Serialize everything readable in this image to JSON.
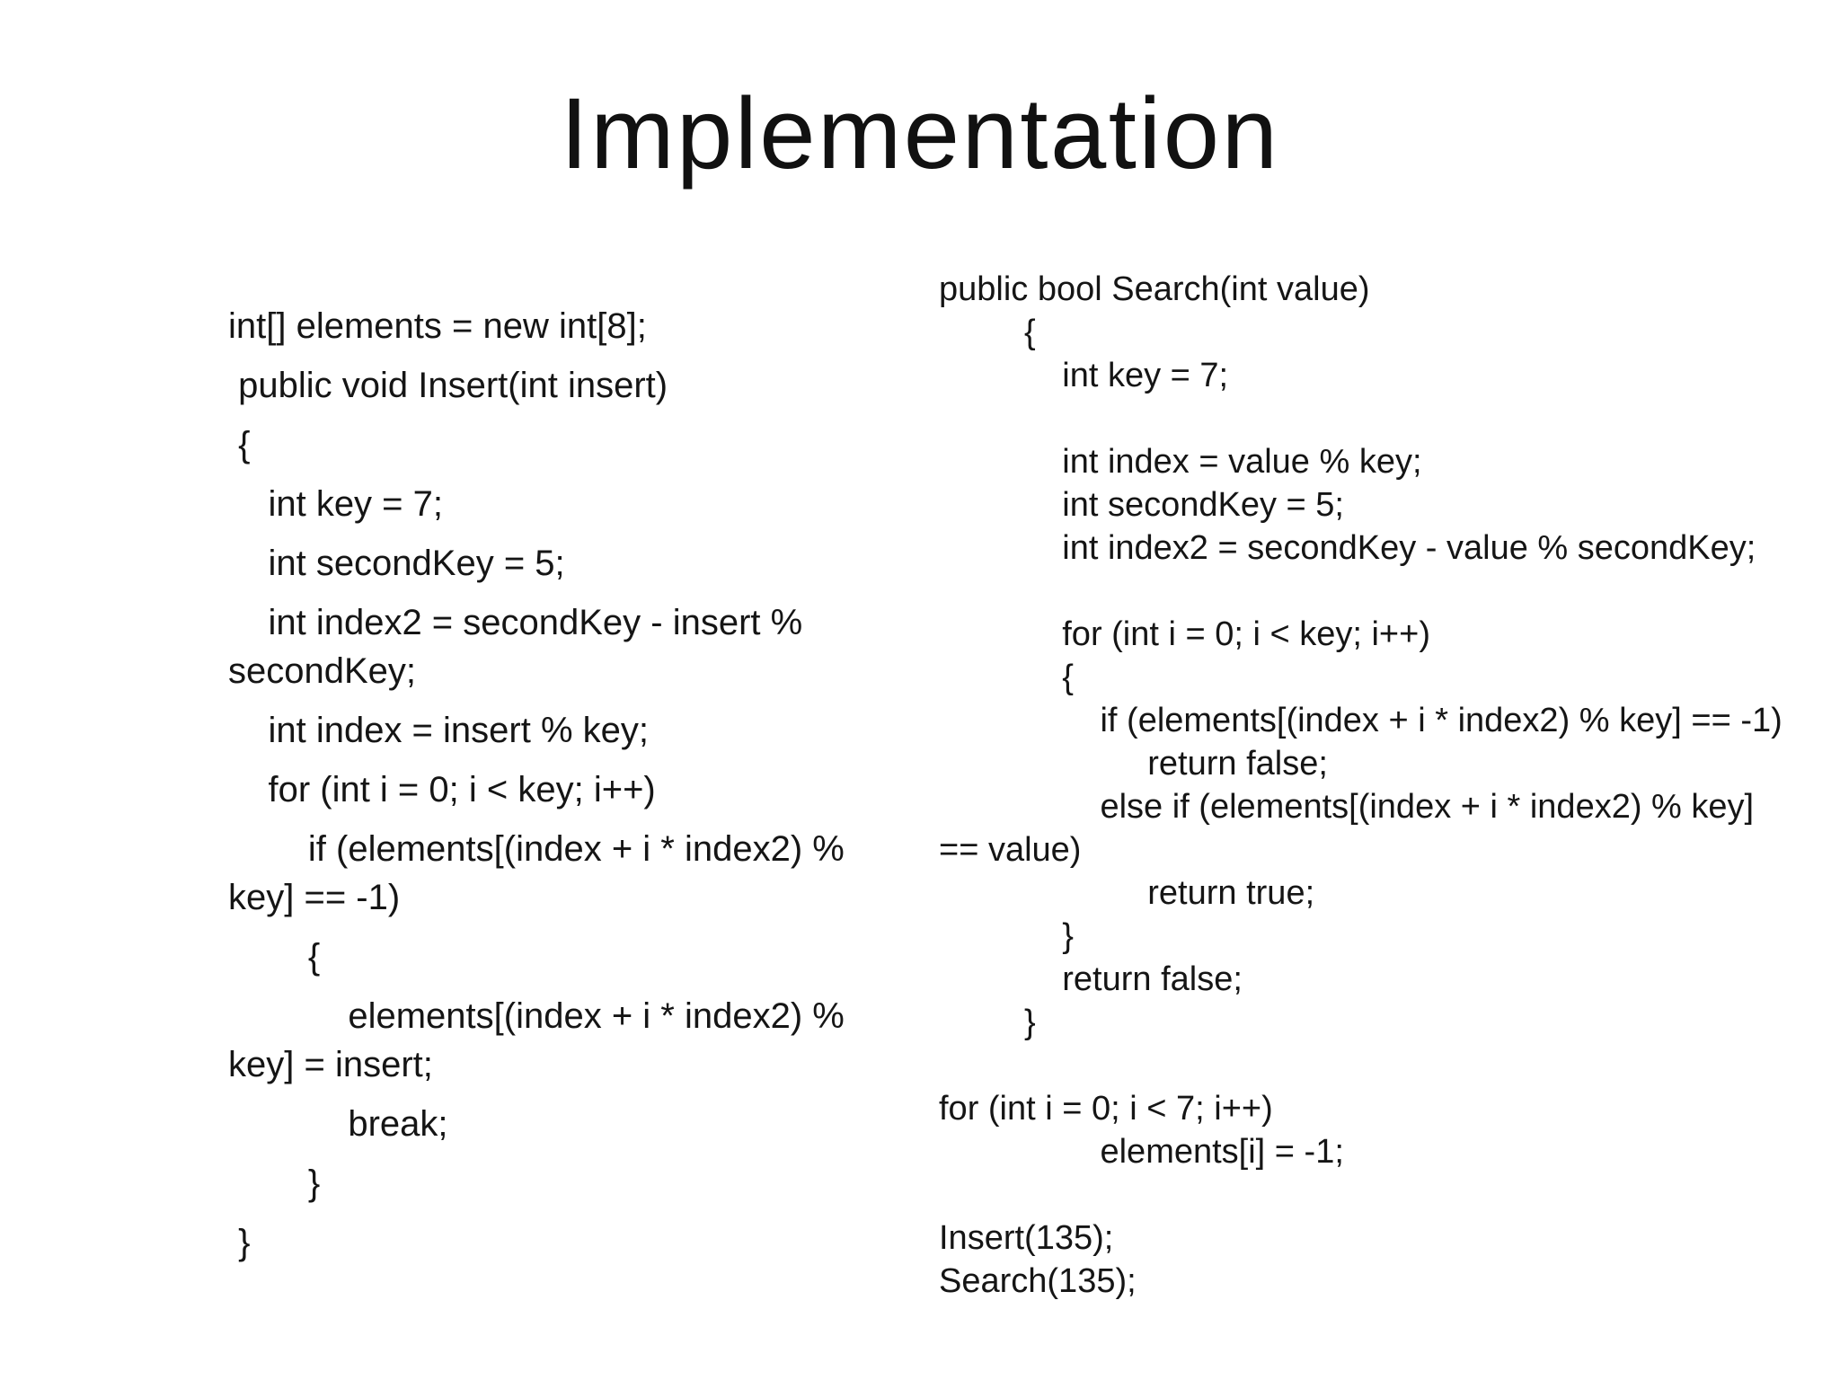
{
  "slide": {
    "title": "Implementation",
    "insert_code": {
      "paragraphs": [
        [
          "int[] elements = new int[8];"
        ],
        [
          " public void Insert(int insert)"
        ],
        [
          " {"
        ],
        [
          "    int key = 7;"
        ],
        [
          "    int secondKey = 5;"
        ],
        [
          "    int index2 = secondKey - insert %",
          "secondKey;"
        ],
        [
          "    int index = insert % key;"
        ],
        [
          "    for (int i = 0; i < key; i++)"
        ],
        [
          "        if (elements[(index + i * index2) %",
          "key] == -1)"
        ],
        [
          "        {"
        ],
        [
          "            elements[(index + i * index2) %",
          "key] = insert;"
        ],
        [
          "            break;"
        ],
        [
          "        }"
        ],
        [
          " }"
        ]
      ]
    },
    "search_code": {
      "paragraphs": [
        [
          "public bool Search(int value)",
          "         {",
          "             int key = 7;",
          "",
          "             int index = value % key;",
          "             int secondKey = 5;",
          "             int index2 = secondKey - value % secondKey;",
          "",
          "             for (int i = 0; i < key; i++)",
          "             {",
          "                 if (elements[(index + i * index2) % key] == -1)",
          "                      return false;",
          "                 else if (elements[(index + i * index2) % key]",
          "== value)",
          "                      return true;",
          "             }",
          "             return false;",
          "         }",
          "",
          "for (int i = 0; i < 7; i++)",
          "                 elements[i] = -1;",
          "",
          "Insert(135);",
          "Search(135);"
        ]
      ]
    }
  }
}
